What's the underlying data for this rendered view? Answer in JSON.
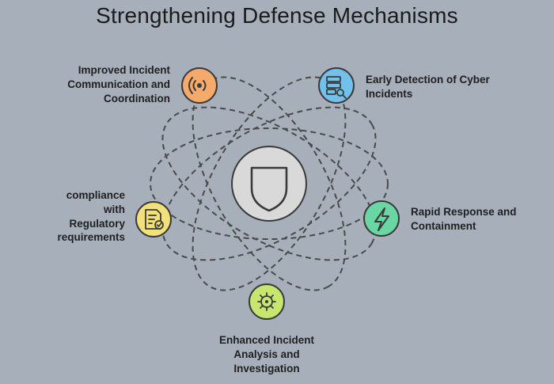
{
  "title": "Strengthening Defense Mechanisms",
  "center": {
    "icon": "shield-icon"
  },
  "nodes": [
    {
      "id": "communication",
      "label_lines": [
        "Improved Incident",
        "Communication and",
        "Coordination"
      ],
      "icon": "sound-waves-icon",
      "color": "#f5a96b"
    },
    {
      "id": "detection",
      "label_lines": [
        "Early Detection of Cyber",
        "Incidents"
      ],
      "icon": "server-search-icon",
      "color": "#72c1ea"
    },
    {
      "id": "response",
      "label_lines": [
        "Rapid Response and",
        "Containment"
      ],
      "icon": "lightning-bolt-icon",
      "color": "#69d6a4"
    },
    {
      "id": "analysis",
      "label_lines": [
        "Enhanced Incident",
        "Analysis and",
        "Investigation"
      ],
      "icon": "virus-icon",
      "color": "#c7e66f"
    },
    {
      "id": "compliance",
      "label_lines": [
        "compliance",
        "with",
        "Regulatory",
        "requirements"
      ],
      "icon": "document-check-icon",
      "color": "#f2e07a"
    }
  ],
  "colors": {
    "background": "#a7afba",
    "orbit": "#4a4a4a",
    "center_fill": "#d9d9d9",
    "text": "#1f1f1f"
  }
}
